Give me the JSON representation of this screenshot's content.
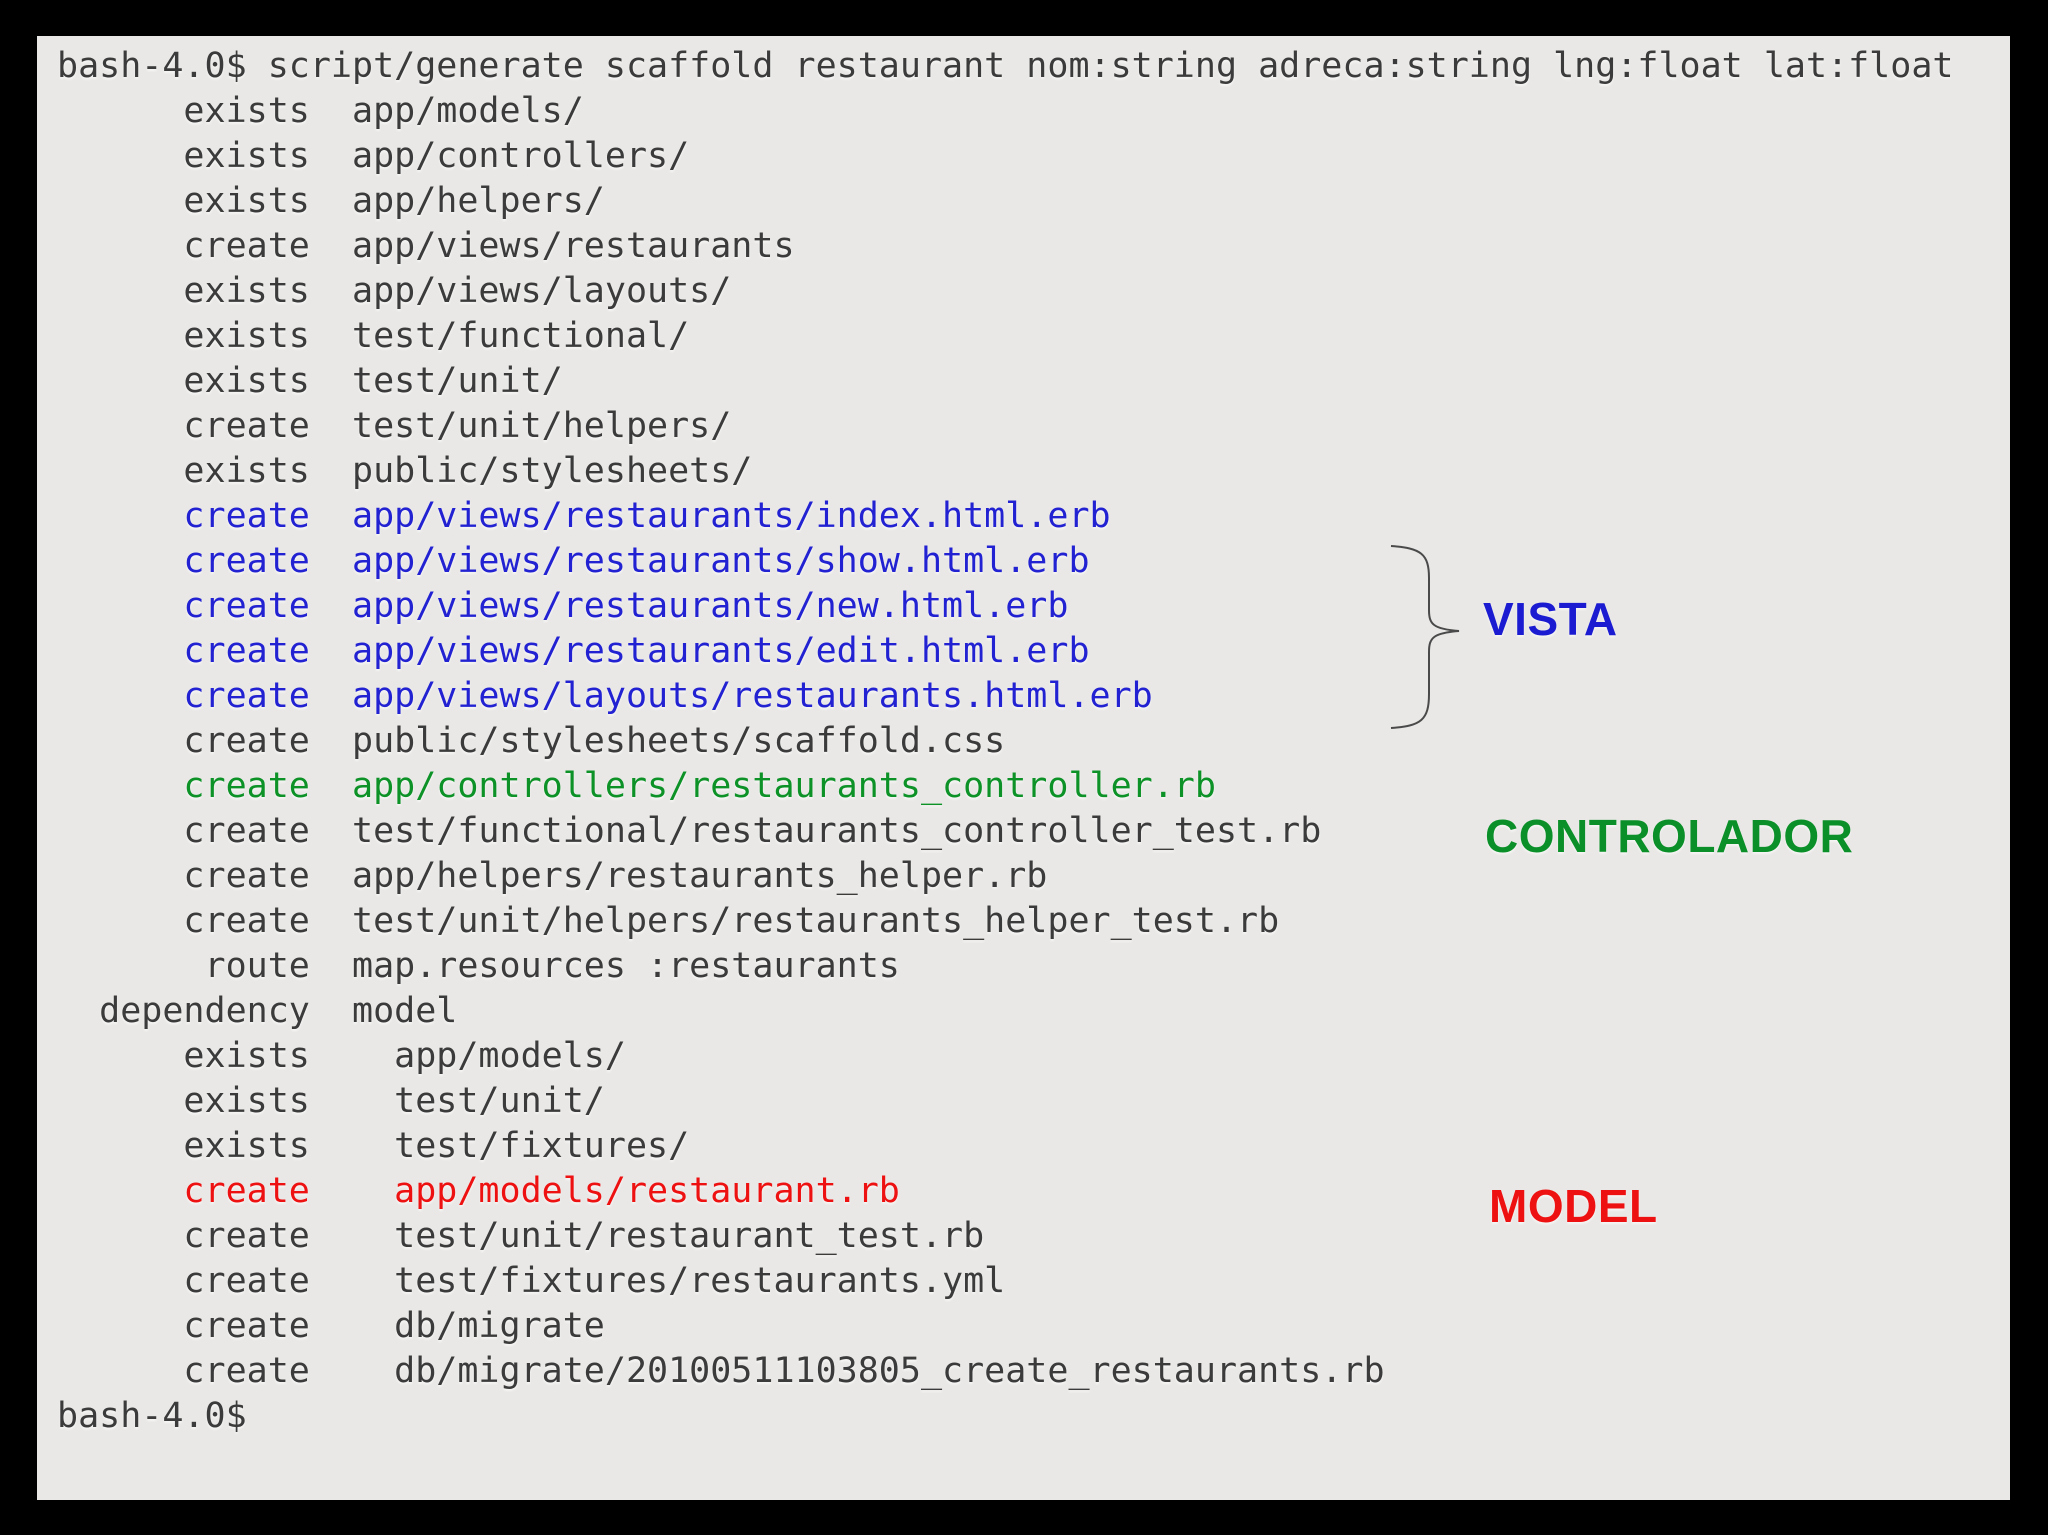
{
  "window": {
    "background_color": "#000000",
    "terminal_background_color": "#e9e8e6"
  },
  "terminal": {
    "colors": {
      "default": "#3b3b3b",
      "view": "#2222d2",
      "controller": "#0d9227",
      "model": "#ee1111"
    },
    "lines": [
      {
        "text": "bash-4.0$ script/generate scaffold restaurant nom:string adreca:string lng:float lat:float",
        "color": "default"
      },
      {
        "text": "      exists  app/models/",
        "color": "default"
      },
      {
        "text": "      exists  app/controllers/",
        "color": "default"
      },
      {
        "text": "      exists  app/helpers/",
        "color": "default"
      },
      {
        "text": "      create  app/views/restaurants",
        "color": "default"
      },
      {
        "text": "      exists  app/views/layouts/",
        "color": "default"
      },
      {
        "text": "      exists  test/functional/",
        "color": "default"
      },
      {
        "text": "      exists  test/unit/",
        "color": "default"
      },
      {
        "text": "      create  test/unit/helpers/",
        "color": "default"
      },
      {
        "text": "      exists  public/stylesheets/",
        "color": "default"
      },
      {
        "text": "      create  app/views/restaurants/index.html.erb",
        "color": "view"
      },
      {
        "text": "      create  app/views/restaurants/show.html.erb",
        "color": "view"
      },
      {
        "text": "      create  app/views/restaurants/new.html.erb",
        "color": "view"
      },
      {
        "text": "      create  app/views/restaurants/edit.html.erb",
        "color": "view"
      },
      {
        "text": "      create  app/views/layouts/restaurants.html.erb",
        "color": "view"
      },
      {
        "text": "      create  public/stylesheets/scaffold.css",
        "color": "default"
      },
      {
        "text": "      create  app/controllers/restaurants_controller.rb",
        "color": "controller"
      },
      {
        "text": "      create  test/functional/restaurants_controller_test.rb",
        "color": "default"
      },
      {
        "text": "      create  app/helpers/restaurants_helper.rb",
        "color": "default"
      },
      {
        "text": "      create  test/unit/helpers/restaurants_helper_test.rb",
        "color": "default"
      },
      {
        "text": "       route  map.resources :restaurants",
        "color": "default"
      },
      {
        "text": "  dependency  model",
        "color": "default"
      },
      {
        "text": "      exists    app/models/",
        "color": "default"
      },
      {
        "text": "      exists    test/unit/",
        "color": "default"
      },
      {
        "text": "      exists    test/fixtures/",
        "color": "default"
      },
      {
        "text": "      create    app/models/restaurant.rb",
        "color": "model"
      },
      {
        "text": "      create    test/unit/restaurant_test.rb",
        "color": "default"
      },
      {
        "text": "      create    test/fixtures/restaurants.yml",
        "color": "default"
      },
      {
        "text": "      create    db/migrate",
        "color": "default"
      },
      {
        "text": "      create    db/migrate/20100511103805_create_restaurants.rb",
        "color": "default"
      },
      {
        "text": "bash-4.0$",
        "color": "default"
      }
    ]
  },
  "annotations": {
    "vista": {
      "label": "VISTA",
      "color": "#1b1bd1"
    },
    "controlador": {
      "label": "CONTROLADOR",
      "color": "#0b8f28"
    },
    "model": {
      "label": "MODEL",
      "color": "#ee1111"
    },
    "brace_color": "#4a4a4a"
  }
}
